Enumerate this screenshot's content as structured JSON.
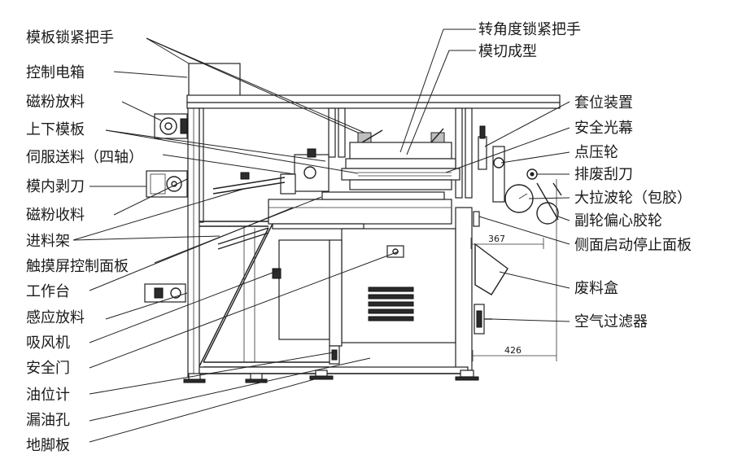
{
  "labels_left": [
    "模板锁紧把手",
    "控制电箱",
    "磁粉放料",
    "上下模板",
    "伺服送料（四轴）",
    "模内剥刀",
    "磁粉收料",
    "进料架",
    "触摸屏控制面板",
    "工作台",
    "感应放料",
    "吸风机",
    "安全门",
    "油位计",
    "漏油孔",
    "地脚板"
  ],
  "labels_top": [
    "转角度锁紧把手",
    "模切成型"
  ],
  "labels_right": [
    "套位装置",
    "安全光幕",
    "点压轮",
    "排废刮刀",
    "大拉波轮（包胶）",
    "副轮偏心胶轮",
    "侧面启动停止面板",
    "废料盒",
    "空气过滤器"
  ],
  "dimensions": [
    "367",
    "426"
  ]
}
